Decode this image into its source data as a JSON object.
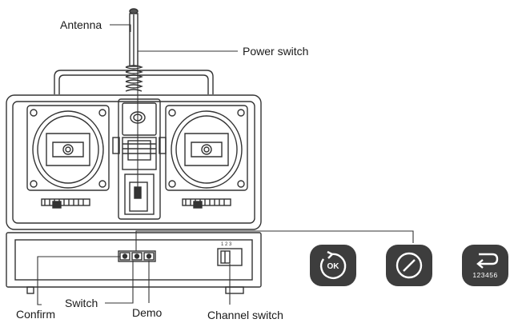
{
  "labels": {
    "antenna": "Antenna",
    "power_switch": "Power switch",
    "confirm": "Confirm",
    "switch": "Switch",
    "demo": "Demo",
    "channel_switch": "Channel switch"
  },
  "icons": [
    {
      "name": "ok-button-icon",
      "text": "OK"
    },
    {
      "name": "slash-button-icon"
    },
    {
      "name": "return-button-icon",
      "text": "123456"
    }
  ],
  "colors": {
    "line": "#333333",
    "button_fill": "#3d3d3d",
    "icon_fg": "#ffffff"
  }
}
